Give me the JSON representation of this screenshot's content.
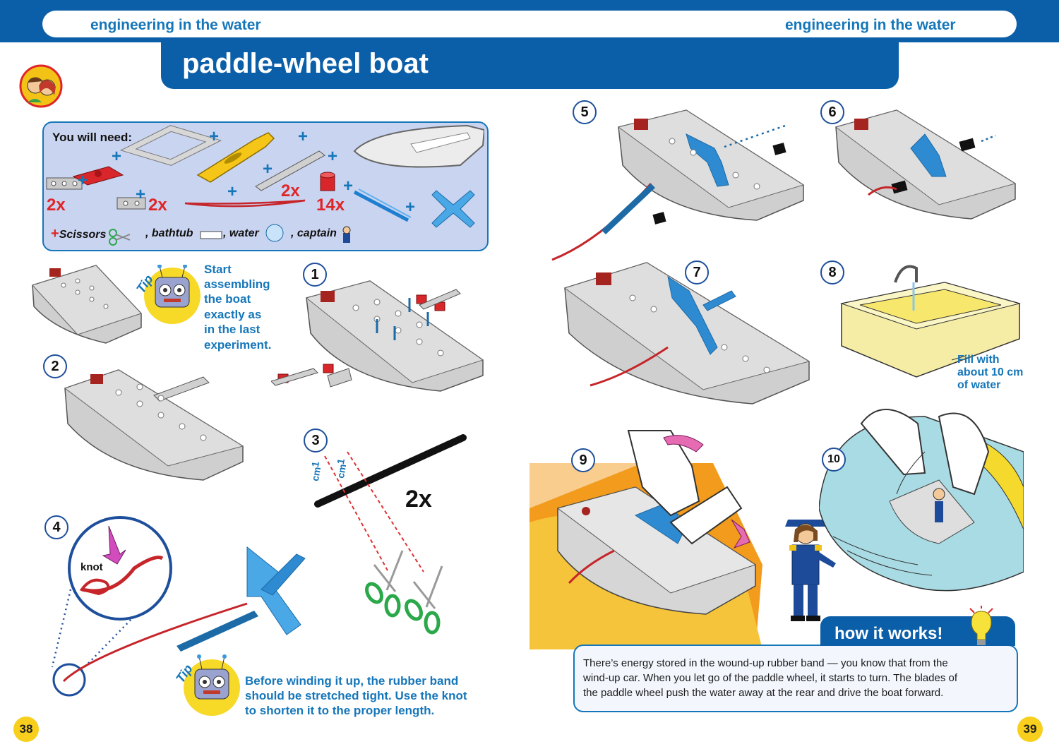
{
  "header": {
    "section_left": "engineering in the water",
    "section_right": "engineering in the water",
    "title": "paddle-wheel boat"
  },
  "need": {
    "title": "You will need:",
    "quantities": [
      "2x",
      "2x",
      "2x",
      "14x"
    ],
    "extras": [
      "Scissors",
      ", bathtub",
      ", water",
      ", captain"
    ],
    "plus": "+"
  },
  "tips": {
    "label": "Tip",
    "tip1": [
      "Start",
      "assembling",
      "the boat",
      "exactly as",
      "in the last",
      "experiment."
    ],
    "tip2": [
      "Before winding it up, the rubber band",
      "should be stretched tight. Use the knot",
      "to shorten it to the proper length."
    ]
  },
  "steps": [
    "1",
    "2",
    "3",
    "4",
    "5",
    "6",
    "7",
    "8",
    "9",
    "10"
  ],
  "step3": {
    "cm1": "1",
    "cm1u": "cm",
    "cm2": "1",
    "cm2u": "cm",
    "qty": "2x"
  },
  "step4": {
    "knot": "knot"
  },
  "step8": {
    "fill": [
      "Fill with",
      "about 10 cm",
      "of water"
    ]
  },
  "how_it_works": {
    "title": "how it works!",
    "lines": [
      "There’s energy stored in the wound-up rubber band — you know that from the",
      "wind-up car. When you let go of the paddle wheel, it starts to turn. The blades of",
      "the paddle wheel push the water away at the rear and drive the boat forward."
    ]
  },
  "pages": {
    "left": "38",
    "right": "39"
  },
  "colors": {
    "brand_blue": "#1576b9",
    "header_blue": "#0b5ea8",
    "accent_red": "#e02528",
    "page_yellow": "#f7cf1c"
  }
}
